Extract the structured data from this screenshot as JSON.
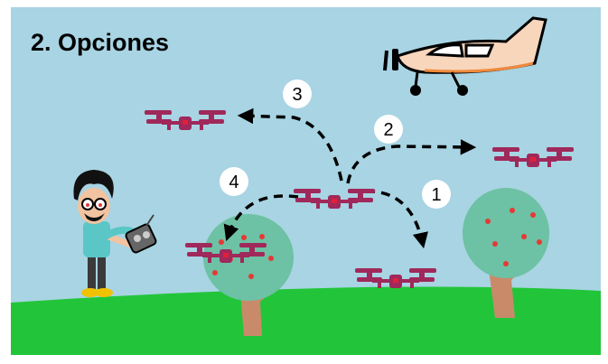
{
  "title": "2. Opciones",
  "options": [
    {
      "label": "1",
      "description": ""
    },
    {
      "label": "2",
      "description": ""
    },
    {
      "label": "3",
      "description": ""
    },
    {
      "label": "4",
      "description": ""
    }
  ],
  "colors": {
    "sky": "#a8d4e3",
    "grass": "#22c53a",
    "drone": "#a0285a",
    "tree_canopy": "#6dc1a4",
    "tree_trunk": "#c98a6a",
    "fruit": "#e53935",
    "plane_body": "#f7d6bc"
  },
  "icons": [
    "drone-icon",
    "airplane-icon",
    "tree-icon",
    "pilot-with-remote-icon"
  ]
}
